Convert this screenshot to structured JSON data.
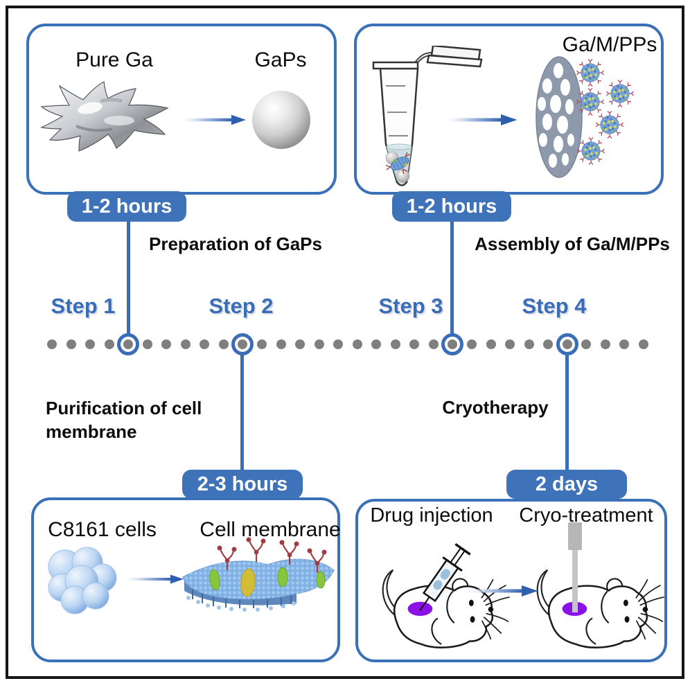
{
  "colors": {
    "accent_blue": "#3a6db8",
    "badge_blue": "#3e72b9",
    "panel_border_blue": "#3a70b8",
    "timeline_dot_gray": "#7f7f7f",
    "tumor_purple": "#8a12e6"
  },
  "timeline": {
    "dot_count": 32
  },
  "steps": [
    {
      "label": "Step 1"
    },
    {
      "label": "Step 2"
    },
    {
      "label": "Step 3"
    },
    {
      "label": "Step 4"
    }
  ],
  "stages": {
    "preparation": {
      "caption": "Preparation of GaPs",
      "duration": "1-2 hours",
      "input_label": "Pure Ga",
      "output_label": "GaPs"
    },
    "purification": {
      "caption": "Purification of cell membrane",
      "duration": "2-3 hours",
      "input_label": "C8161 cells",
      "output_label": "Cell membrane"
    },
    "assembly": {
      "caption": "Assembly of Ga/M/PPs",
      "duration": "1-2 hours",
      "output_label": "Ga/M/PPs"
    },
    "cryotherapy": {
      "caption": "Cryotherapy",
      "duration": "2 days",
      "input_label": "Drug injection",
      "output_label": "Cryo-treatment"
    }
  }
}
